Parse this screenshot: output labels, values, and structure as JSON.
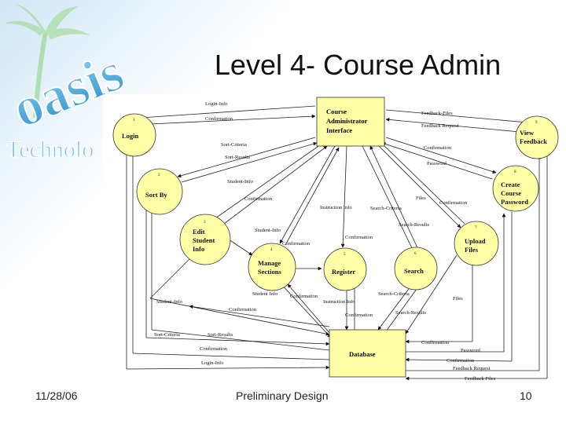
{
  "slide": {
    "title": "Level 4- Course Admin",
    "footer_date": "11/28/06",
    "footer_center": "Preliminary Design",
    "page_number": "10"
  },
  "logo": {
    "word_main": "oasis",
    "word_sub": "Technolo"
  },
  "diagram": {
    "nodes": {
      "admin": {
        "num": "",
        "label": [
          "Course",
          "Administrator",
          "Interface"
        ]
      },
      "login": {
        "num": "1",
        "label": [
          "Login"
        ]
      },
      "view_feedback": {
        "num": "9",
        "label": [
          "View",
          "Feedback"
        ]
      },
      "sort_by": {
        "num": "2",
        "label": [
          "Sort By"
        ]
      },
      "create_password": {
        "num": "8",
        "label": [
          "Create",
          "Course",
          "Password"
        ]
      },
      "edit_student": {
        "num": "3",
        "label": [
          "Edit",
          "Student",
          "Info"
        ]
      },
      "upload_files": {
        "num": "7",
        "label": [
          "Upload",
          "Files"
        ]
      },
      "manage_sections": {
        "num": "4",
        "label": [
          "Manage",
          "Sections"
        ]
      },
      "register": {
        "num": "5",
        "label": [
          "Register"
        ]
      },
      "search": {
        "num": "6",
        "label": [
          "Search"
        ]
      },
      "database": {
        "num": "",
        "label": [
          "Database"
        ]
      }
    },
    "flows": {
      "login_info_top": "Login-Info",
      "confirmation_login": "Confirmation",
      "feedback_files_top": "Feedback-Files",
      "feedback_request_top": "Feedback Request",
      "sort_criteria": "Sort-Criteria",
      "sort_results_top": "Sort-Results",
      "confirmation_pw": "Confirmation",
      "password_top": "Password",
      "student_info_top": "Student-Info",
      "confirmation_sort": "Confirmation",
      "instruction_info_top": "Instruction Info",
      "search_criteria_top": "Search-Criteria",
      "files_top": "Files",
      "confirmation_upload": "Confirmation",
      "search_results_top": "Search-Results",
      "student_info_edit": "Student-Info",
      "confirmation_edit": "Confirmation",
      "confirmation_reg": "Confirmation",
      "student_info_mid": "Student Info",
      "confirmation_mid": "Confirmation",
      "instruction_info_mid": "Instruction Info",
      "search_criteria_mid": "Search-Criteria",
      "search_results_mid": "Search-Results",
      "confirmation_mid2": "Confirmation",
      "student_info_left": "Student-Info",
      "confirmation_left": "Confirmation",
      "files_db": "Files",
      "sort_criteria_db": "Sort-Criteria",
      "sort_results_db": "Sort-Results",
      "confirmation_db": "Confirmation",
      "login_info_db": "Login-Info",
      "confirmation_db_r": "Confirmation",
      "password_db": "Password",
      "confirmation_db_r2": "Confirmation",
      "feedback_request_db": "Feedback Request",
      "feedback_files_db": "Feedback Files"
    }
  }
}
